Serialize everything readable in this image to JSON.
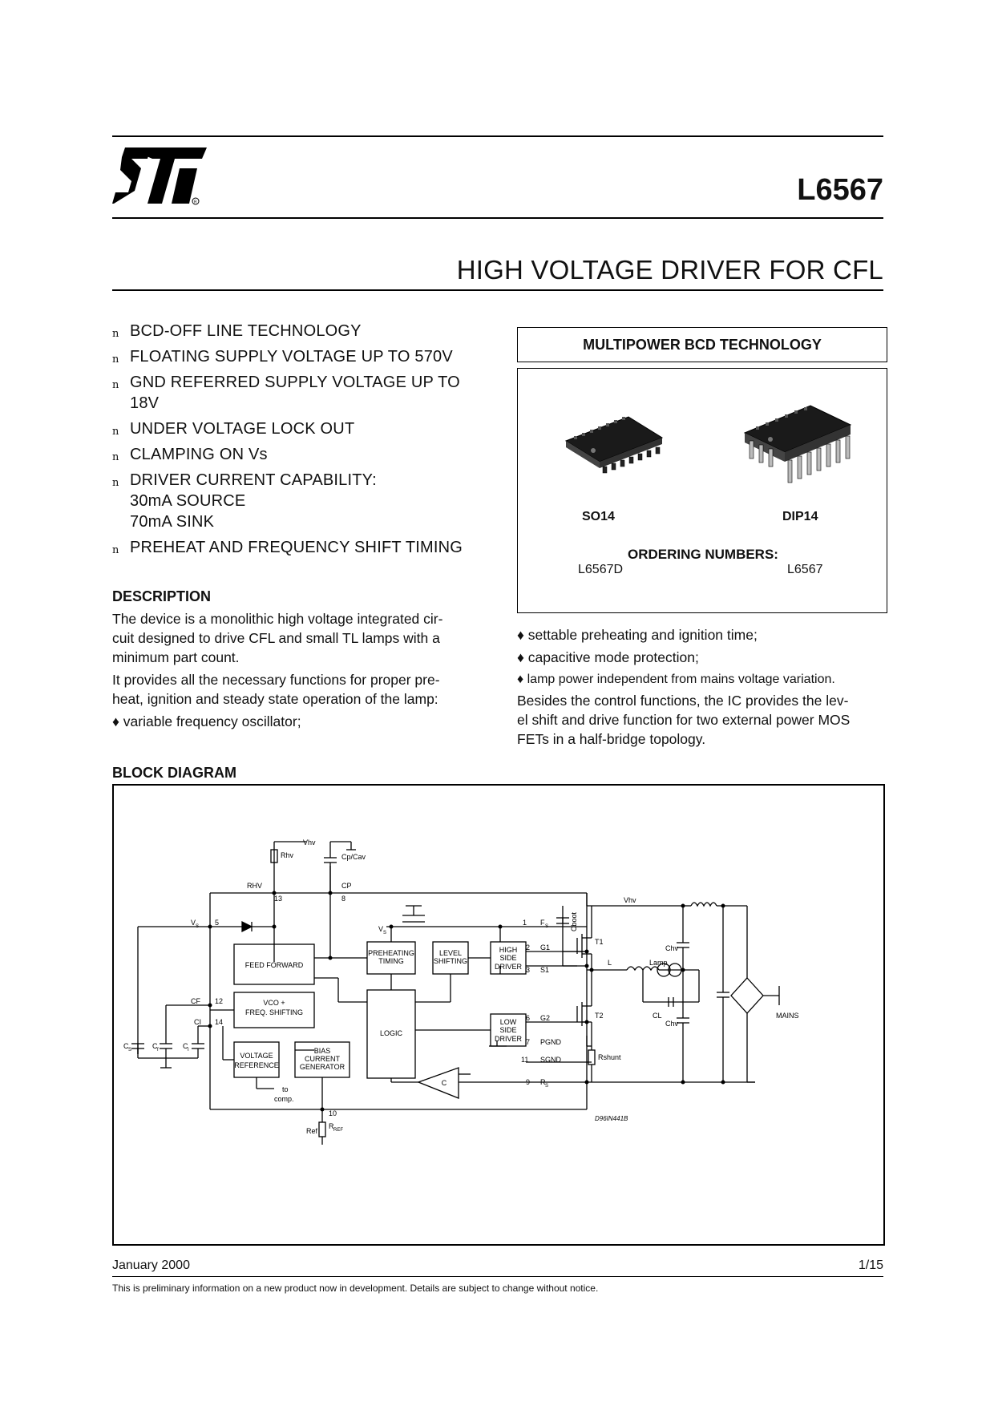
{
  "header": {
    "brand": "ST",
    "part_number": "L6567",
    "subtitle": "HIGH VOLTAGE DRIVER FOR CFL"
  },
  "features": [
    {
      "lines": [
        "BCD-OFF LINE TECHNOLOGY"
      ]
    },
    {
      "lines": [
        "FLOATING SUPPLY VOLTAGE UP TO 570V"
      ]
    },
    {
      "lines": [
        "GND REFERRED SUPPLY VOLTAGE UP TO",
        "18V"
      ]
    },
    {
      "lines": [
        "UNDER VOLTAGE LOCK OUT"
      ]
    },
    {
      "lines": [
        "CLAMPING ON Vs"
      ]
    },
    {
      "lines": [
        "DRIVER CURRENT CAPABILITY:",
        "30mA SOURCE",
        "70mA SINK"
      ]
    },
    {
      "lines": [
        "PREHEAT AND FREQUENCY SHIFT TIMING"
      ]
    }
  ],
  "bullet_marker": "n",
  "package_box": {
    "title": "MULTIPOWER BCD TECHNOLOGY",
    "pkg1": "SO14",
    "pkg2": "DIP14",
    "ordering_title": "ORDERING NUMBERS:",
    "order1": "L6567D",
    "order2": "L6567"
  },
  "description": {
    "heading": "DESCRIPTION",
    "p1": [
      "The device is a monolithic high voltage integrated cir-",
      "cuit designed to drive CFL and small TL lamps with a",
      "minimum part count."
    ],
    "p2": [
      "It provides all the necessary functions for proper pre-",
      "heat, ignition and steady state operation  of the lamp:"
    ],
    "items_left": [
      "variable frequency oscillator;"
    ],
    "items_right": [
      "settable preheating and ignition time;",
      "capacitive mode protection;",
      "lamp power independent from mains voltage variation."
    ],
    "p3": [
      "Besides the control functions, the IC provides the lev-",
      "el shift and drive function for two external power MOS",
      "FETs in a  half-bridge topology."
    ]
  },
  "block_diagram": {
    "heading": "BLOCK DIAGRAM",
    "blocks": {
      "feed_forward": "FEED FORWARD",
      "vco1": "VCO +",
      "vco2": "FREQ. SHIFTING",
      "vref1": "VOLTAGE",
      "vref2": "REFERENCE",
      "bias1": "BIAS",
      "bias2": "CURRENT",
      "bias3": "GENERATOR",
      "preheat1": "PREHEATING",
      "preheat2": "TIMING",
      "level1": "LEVEL",
      "level2": "SHIFTING",
      "logic": "LOGIC",
      "hsd1": "HIGH",
      "hsd2": "SIDE",
      "hsd3": "DRIVER",
      "lsd1": "LOW",
      "lsd2": "SIDE",
      "lsd3": "DRIVER",
      "comp": "C"
    },
    "labels": {
      "vhv_top": "Vhv",
      "rhv_res": "Rhv",
      "cp_cav": "Cp/Cav",
      "rhv_pin": "RHV",
      "cp_pin": "CP",
      "pin13": "13",
      "pin8": "8",
      "vs": "V",
      "vs_sub": "S",
      "pin5": "5",
      "vs_inner": "V",
      "vs_inner_sub": "S",
      "cf": "CF",
      "pin12": "12",
      "ci": "CI",
      "pin14": "14",
      "cs": "C",
      "cs_sub": "S",
      "cf_cap": "C",
      "cf_cap_sub": "f",
      "ci_cap": "C",
      "ci_cap_sub": "I",
      "to_comp1": "to",
      "to_comp2": "comp.",
      "pin10": "10",
      "rref": "R",
      "rref_sub": "REF",
      "ref": "Ref",
      "pin1": "1",
      "fs": "F",
      "fs_sub": "S",
      "pin2": "2",
      "g1": "G1",
      "pin3": "3",
      "s1": "S1",
      "pin6": "6",
      "g2": "G2",
      "pin7": "7",
      "pgnd": "PGND",
      "pin11": "11",
      "sgnd": "SGND",
      "pin9": "9",
      "rs": "R",
      "rs_sub": "S",
      "cboot": "Cboot",
      "vhv_right": "Vhv",
      "t1": "T1",
      "t2": "T2",
      "l": "L",
      "lamp": "Lamp",
      "chv1": "Chv",
      "cl": "CL",
      "chv2": "Chv",
      "rshunt": "Rshunt",
      "mains": "MAINS",
      "code": "D96IN441B"
    }
  },
  "footer": {
    "date": "January 2000",
    "page": "1/15",
    "note": "This is preliminary  information  on a new product now in development. Details are subject  to change without notice."
  }
}
